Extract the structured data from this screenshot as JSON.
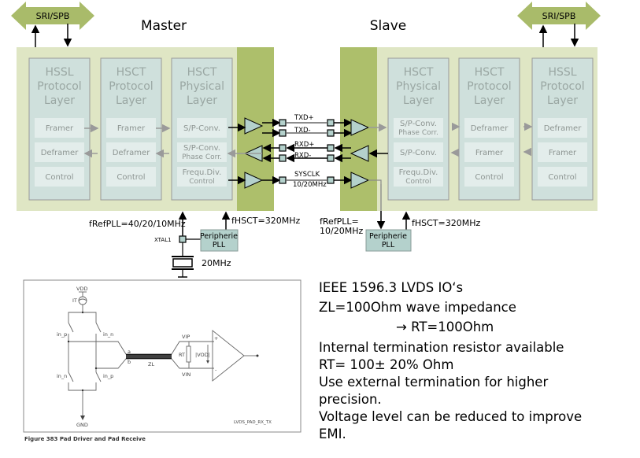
{
  "colors": {
    "outer_block": "#dfe6c4",
    "pad_ring": "#adbf6b",
    "layer_box": "#cfe0dc",
    "sub_box": "#e3edeb",
    "bus_arrow": "#a9bb6a",
    "pll_box": "#b4d1cc"
  },
  "master": {
    "title": "Master",
    "bus_label": "SRI/SPB",
    "layers": [
      {
        "title": [
          "HSSL",
          "Protocol",
          "Layer"
        ],
        "subs": [
          [
            "Framer"
          ],
          [
            "Deframer"
          ],
          [
            "Control"
          ]
        ]
      },
      {
        "title": [
          "HSCT",
          "Protocol",
          "Layer"
        ],
        "subs": [
          [
            "Framer"
          ],
          [
            "Deframer"
          ],
          [
            "Control"
          ]
        ]
      },
      {
        "title": [
          "HSCT",
          "Physical",
          "Layer"
        ],
        "subs": [
          [
            "S/P-Conv."
          ],
          [
            "S/P-Conv.",
            "Phase Corr."
          ],
          [
            "Frequ.Div.",
            "Control"
          ]
        ]
      }
    ],
    "fref_label": "fRefPLL=40/20/10MHz",
    "fhsct_label": "fHSCT=320MHz",
    "xtal_label": "XTAL1",
    "crystal_label": "20MHz",
    "pll_label": [
      "Peripherie",
      "PLL"
    ]
  },
  "slave": {
    "title": "Slave",
    "bus_label": "SRI/SPB",
    "layers": [
      {
        "title": [
          "HSCT",
          "Physical",
          "Layer"
        ],
        "subs": [
          [
            "S/P-Conv.",
            "Phase Corr."
          ],
          [
            "S/P-Conv."
          ],
          [
            "Frequ.Div.",
            "Control"
          ]
        ]
      },
      {
        "title": [
          "HSCT",
          "Protocol",
          "Layer"
        ],
        "subs": [
          [
            "Deframer"
          ],
          [
            "Framer"
          ],
          [
            "Control"
          ]
        ]
      },
      {
        "title": [
          "HSSL",
          "Protocol",
          "Layer"
        ],
        "subs": [
          [
            "Deframer"
          ],
          [
            "Framer"
          ],
          [
            "Control"
          ]
        ]
      }
    ],
    "fref_label": [
      "fRefPLL=",
      "10/20MHz"
    ],
    "fhsct_label": "fHSCT=320MHz",
    "pll_label": [
      "Peripherie",
      "PLL"
    ]
  },
  "signals": [
    "TXD+",
    "TXD-",
    "RXD+",
    "RXD-",
    "SYSCLK",
    "10/20MHz"
  ],
  "schematic": {
    "vdd": "VDD",
    "it": "IT",
    "gnd": "GND",
    "switches": [
      "in_p",
      "in_n",
      "in_n",
      "in_p"
    ],
    "a": "a",
    "b": "b",
    "zl": "ZL",
    "rt": "RT",
    "vod": "|VOD|",
    "vip": "VIP",
    "vin": "VIN",
    "plus": "+",
    "minus": "-",
    "ref": "LVDS_PAD_RX_TX",
    "caption": "Figure 383  Pad Driver and Pad Receive"
  },
  "bullets": [
    "IEEE 1596.3 LVDS IO‘s",
    "ZL=100Ohm wave impedance",
    "→ RT=100Ohm",
    "Internal termination resistor available",
    "RT= 100± 20% Ohm",
    "Use external termination for higher",
    "precision.",
    "Voltage level can be reduced to improve",
    "EMI."
  ]
}
